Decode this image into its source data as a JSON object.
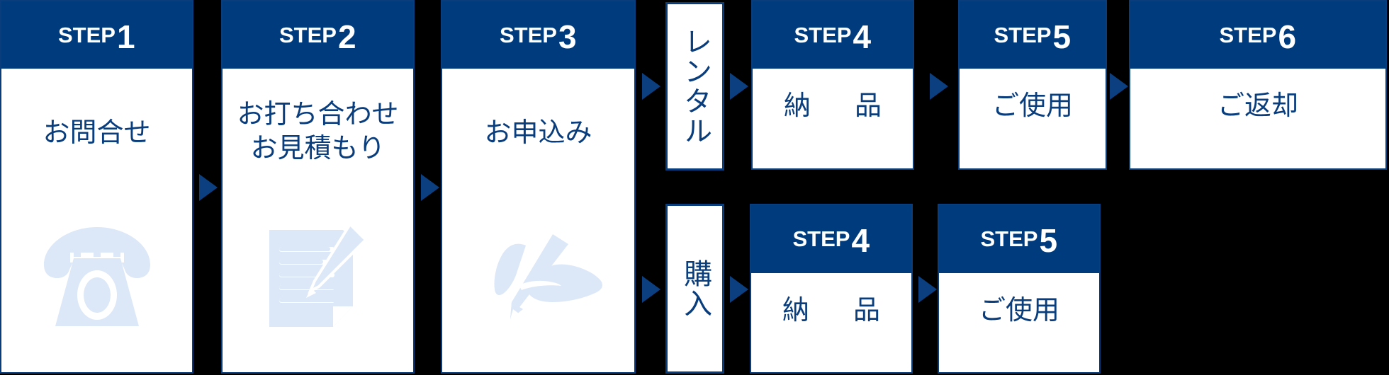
{
  "diagram": {
    "title": "rental-and-purchase-flow",
    "colors": {
      "background": "#000000",
      "header_blue": "#003c7d",
      "border_blue": "#0a3d7c",
      "text_blue": "#0a3d7c",
      "arrow_blue": "#0b3f80",
      "icon_light_blue": "#dce8f7",
      "card_white": "#ffffff"
    },
    "step_word": "STEP",
    "main_steps": [
      {
        "number": "1",
        "label": "お問合せ",
        "icon": "telephone-icon"
      },
      {
        "number": "2",
        "label": "お打ち合わせ\nお見積もり",
        "icon": "document-pencil-icon"
      },
      {
        "number": "3",
        "label": "お申込み",
        "icon": "hand-writing-pen-icon"
      }
    ],
    "branches": [
      {
        "key": "rental",
        "label": "レンタル"
      },
      {
        "key": "purchase",
        "label": "購入"
      }
    ],
    "rental_steps": [
      {
        "number": "4",
        "label": "納　品"
      },
      {
        "number": "5",
        "label": "ご使用"
      },
      {
        "number": "6",
        "label": "ご返却"
      }
    ],
    "purchase_steps": [
      {
        "number": "4",
        "label": "納　品"
      },
      {
        "number": "5",
        "label": "ご使用"
      }
    ],
    "arrows": [
      {
        "name": "arrow-step1-to-step2"
      },
      {
        "name": "arrow-step2-to-step3"
      },
      {
        "name": "arrow-step3-to-rental"
      },
      {
        "name": "arrow-rental-to-step4"
      },
      {
        "name": "arrow-rental-step4-to-step5"
      },
      {
        "name": "arrow-rental-step5-to-step6"
      },
      {
        "name": "arrow-step3-to-purchase"
      },
      {
        "name": "arrow-purchase-to-step4"
      },
      {
        "name": "arrow-purchase-step4-to-step5"
      }
    ]
  }
}
